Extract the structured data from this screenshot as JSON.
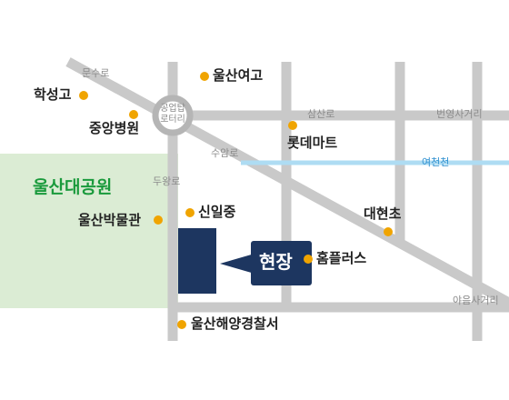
{
  "colors": {
    "park": "#dbecd4",
    "park_text": "#1a9a3c",
    "road": "#c9c9c9",
    "river": "#aedcf3",
    "river_text": "#2f90d0",
    "poi_dot": "#f0a400",
    "site": "#1d3660",
    "roundabout": "#b5b5b5"
  },
  "park": {
    "label": "울산대공원"
  },
  "river": {
    "label": "여천천"
  },
  "site": {
    "label": "현장"
  },
  "roads": {
    "munsu": "문수로",
    "gongeoptap": "공업탑 로터리",
    "samsan": "삼산로",
    "beonyeong": "번영사거리",
    "suam": "수암로",
    "duwang": "두왕로",
    "yaeum": "야음사거리"
  },
  "pois": {
    "ulsan_yeogo": "울산여고",
    "haksung_go": "학성고",
    "jungang_hospital": "중앙병원",
    "lotte_mart": "롯데마트",
    "sinil_jung": "신일중",
    "ulsan_museum": "울산박물관",
    "daehyun_cho": "대현초",
    "homeplus": "홈플러스",
    "ulsan_police": "울산해양경찰서"
  }
}
